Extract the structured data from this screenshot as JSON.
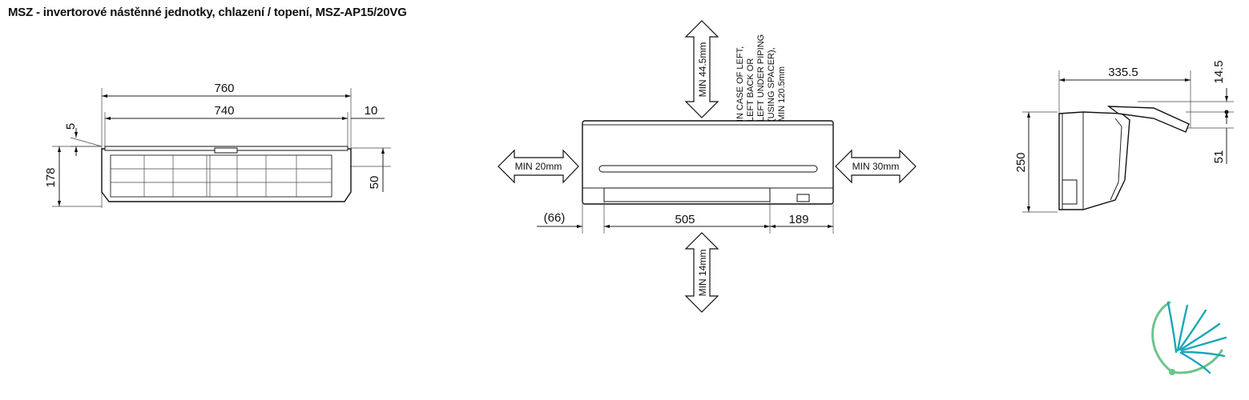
{
  "title": "MSZ - invertorové nástěnné jednotky, chlazení / topení, MSZ-AP15/20VG",
  "top_view": {
    "dim_total": "760",
    "dim_inner": "740",
    "dim_right": "10",
    "dim_small": "5",
    "dim_height": "178",
    "dim_depth_right": "50"
  },
  "front_view": {
    "clearance_top": "MIN 44.5mm",
    "clearance_left": "MIN 20mm",
    "clearance_right": "MIN 30mm",
    "clearance_bottom": "MIN 14mm",
    "piping_note": [
      "IN CASE OF LEFT,",
      "LEFT BACK OR",
      "LEFT UNDER PIPING",
      "(USING SPACER),",
      "MIN 120.5mm"
    ],
    "dim_left_offset": "(66)",
    "dim_middle": "505",
    "dim_right": "189"
  },
  "side_view": {
    "dim_width": "335.5",
    "dim_height": "250",
    "dim_top": "14.5",
    "dim_bottom": "51"
  },
  "logo": {
    "icon": "fan-swirl-logo",
    "colors": [
      "#19a7b8",
      "#6cc48c"
    ]
  }
}
